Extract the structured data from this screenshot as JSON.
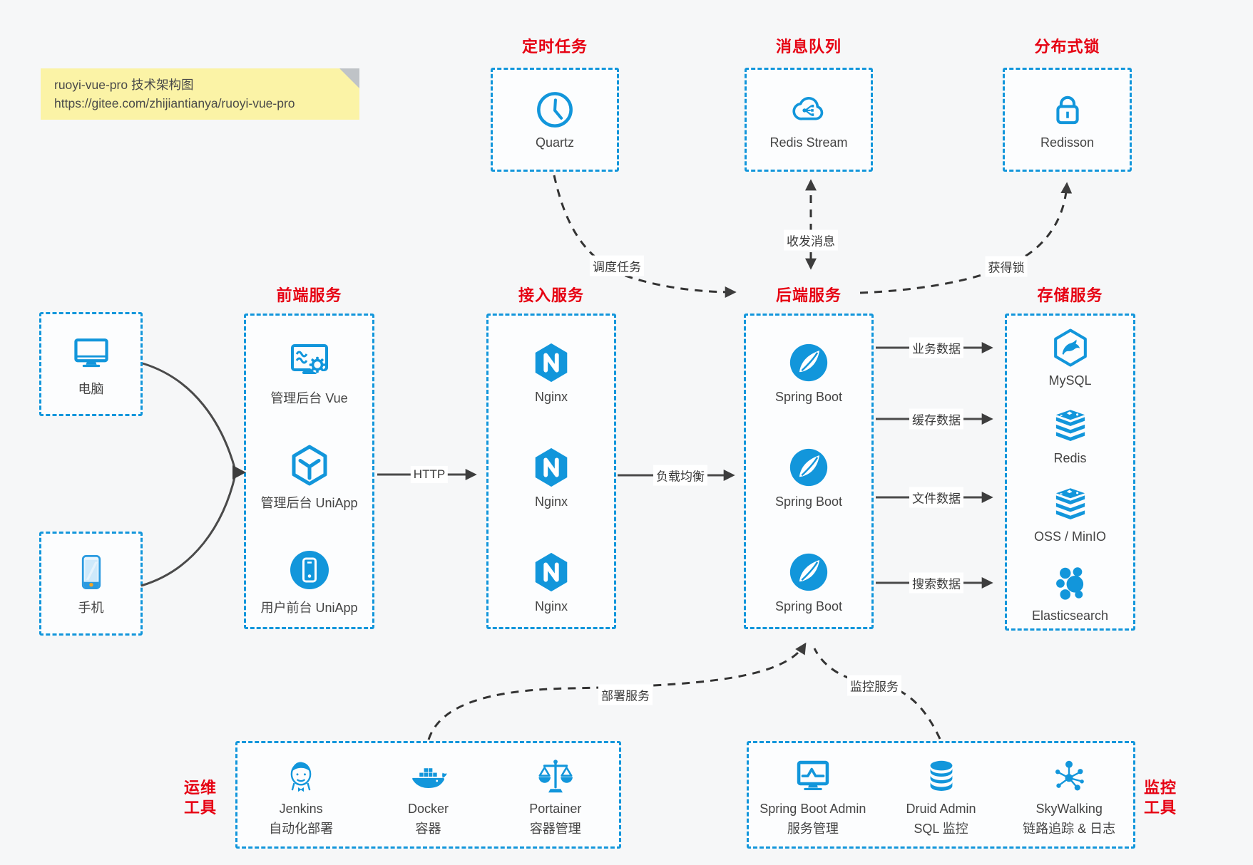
{
  "colors": {
    "accent_blue": "#1296db",
    "title_red": "#e60012",
    "note_bg": "#fbf3a6",
    "solid_arrow": "#4a4a4a",
    "dashed_arrow": "#333333"
  },
  "note": {
    "title": "ruoyi-vue-pro 技术架构图",
    "url": "https://gitee.com/zhijiantianya/ruoyi-vue-pro"
  },
  "top_groups": [
    {
      "title": "定时任务",
      "item": {
        "icon": "clock-icon",
        "label": "Quartz"
      }
    },
    {
      "title": "消息队列",
      "item": {
        "icon": "cloud-stream-icon",
        "label": "Redis Stream"
      }
    },
    {
      "title": "分布式锁",
      "item": {
        "icon": "lock-icon",
        "label": "Redisson"
      }
    }
  ],
  "clients": [
    {
      "icon": "desktop-icon",
      "label": "电脑"
    },
    {
      "icon": "smartphone-icon",
      "label": "手机"
    }
  ],
  "columns": [
    {
      "title": "前端服务",
      "items": [
        {
          "icon": "admin-vue-icon",
          "label": "管理后台 Vue"
        },
        {
          "icon": "uniapp-hexagon-icon",
          "label": "管理后台 UniApp"
        },
        {
          "icon": "user-app-icon",
          "label": "用户前台 UniApp"
        }
      ]
    },
    {
      "title": "接入服务",
      "items": [
        {
          "icon": "nginx-icon",
          "label": "Nginx"
        },
        {
          "icon": "nginx-icon",
          "label": "Nginx"
        },
        {
          "icon": "nginx-icon",
          "label": "Nginx"
        }
      ]
    },
    {
      "title": "后端服务",
      "items": [
        {
          "icon": "spring-boot-icon",
          "label": "Spring Boot"
        },
        {
          "icon": "spring-boot-icon",
          "label": "Spring Boot"
        },
        {
          "icon": "spring-boot-icon",
          "label": "Spring Boot"
        }
      ]
    },
    {
      "title": "存储服务",
      "items": [
        {
          "icon": "mysql-icon",
          "label": "MySQL"
        },
        {
          "icon": "redis-icon",
          "label": "Redis"
        },
        {
          "icon": "storage-stack-icon",
          "label": "OSS / MinIO"
        },
        {
          "icon": "elasticsearch-icon",
          "label": "Elasticsearch"
        }
      ]
    }
  ],
  "bottom_groups": [
    {
      "side_label": "运维工具",
      "items": [
        {
          "icon": "jenkins-icon",
          "label": "Jenkins",
          "sublabel": "自动化部署"
        },
        {
          "icon": "docker-icon",
          "label": "Docker",
          "sublabel": "容器"
        },
        {
          "icon": "portainer-icon",
          "label": "Portainer",
          "sublabel": "容器管理"
        }
      ]
    },
    {
      "side_label": "监控工具",
      "items": [
        {
          "icon": "spring-boot-admin-icon",
          "label": "Spring Boot Admin",
          "sublabel": "服务管理"
        },
        {
          "icon": "druid-icon",
          "label": "Druid Admin",
          "sublabel": "SQL 监控"
        },
        {
          "icon": "skywalking-icon",
          "label": "SkyWalking",
          "sublabel": "链路追踪 & 日志"
        }
      ]
    }
  ],
  "connections": {
    "http": "HTTP",
    "load_balance": "负载均衡",
    "business_data": "业务数据",
    "cache_data": "缓存数据",
    "file_data": "文件数据",
    "search_data": "搜索数据",
    "schedule_task": "调度任务",
    "send_receive_message": "收发消息",
    "acquire_lock": "获得锁",
    "deploy_service": "部署服务",
    "monitor_service": "监控服务"
  }
}
